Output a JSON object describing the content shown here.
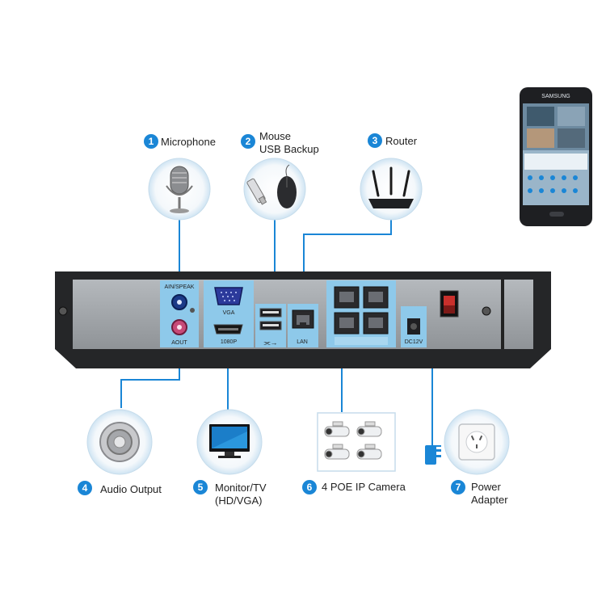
{
  "accent_color": "#1a86d6",
  "device_color": "#2a2a2a",
  "port_panel_color": "#8ec9ea",
  "phone": {
    "brand": "SAMSUNG"
  },
  "devices": [
    {
      "n": "1",
      "label": "Microphone",
      "icon": "microphone-icon"
    },
    {
      "n": "2",
      "label": "Mouse",
      "label2": "USB Backup",
      "icon": "mouse-usb-icon"
    },
    {
      "n": "3",
      "label": "Router",
      "icon": "router-icon"
    },
    {
      "n": "4",
      "label": "Audio Output",
      "icon": "speaker-icon"
    },
    {
      "n": "5",
      "label": "Monitor/TV",
      "label2": "(HD/VGA)",
      "icon": "monitor-icon"
    },
    {
      "n": "6",
      "label": "4 POE IP Camera",
      "icon": "ip-camera-icon"
    },
    {
      "n": "7",
      "label": "Power",
      "label2": "Adapter",
      "icon": "power-outlet-icon"
    }
  ],
  "ports": {
    "ain": "AIN/SPEAK",
    "aout": "AOUT",
    "vga": "VGA",
    "hdmi": "1080P",
    "lan": "LAN",
    "dc": "DC12V"
  }
}
